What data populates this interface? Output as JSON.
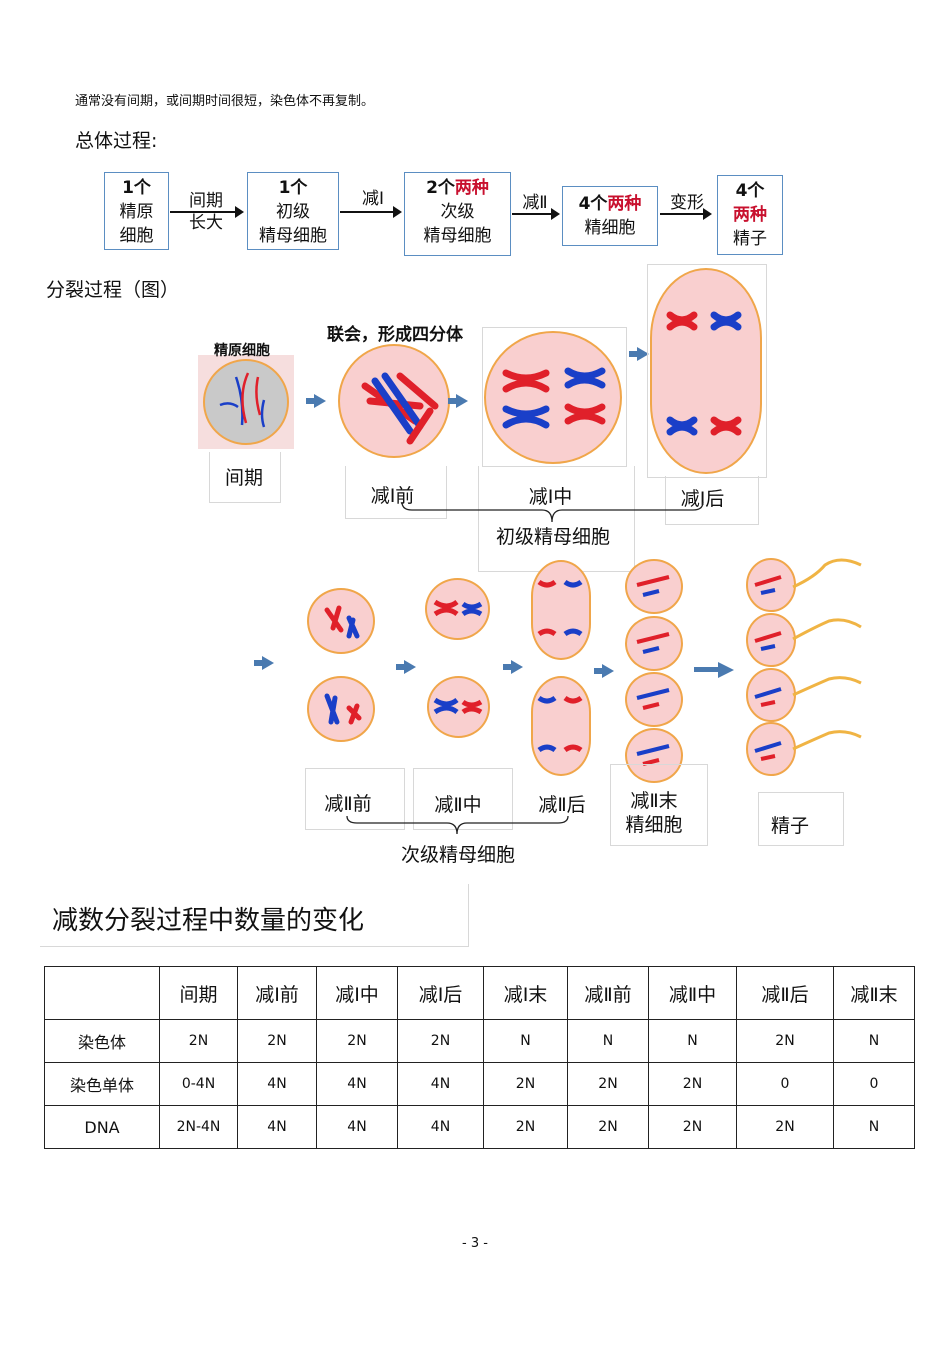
{
  "note": "通常没有间期，或间期时间很短，染色体不再复制。",
  "overall_heading": "总体过程:",
  "flow": {
    "box1": {
      "count": "1个",
      "line2": "精原",
      "line3": "细胞"
    },
    "arrow1": {
      "line1": "间期",
      "line2": "长大"
    },
    "box2": {
      "count": "1个",
      "line2": "初级",
      "line3": "精母细胞"
    },
    "arrow2": "减Ⅰ",
    "box3": {
      "count": "2个",
      "kinds": "两种",
      "line2": "次级",
      "line3": "精母细胞"
    },
    "arrow3": "减Ⅱ",
    "box4": {
      "count": "4个",
      "kinds": "两种",
      "line2": "精细胞"
    },
    "arrow4": "变形",
    "box5": {
      "count": "4个",
      "kinds": "两种",
      "line3": "精子"
    }
  },
  "split_heading": "分裂过程（图）",
  "diagram": {
    "spermatogonium_label": "精原细胞",
    "synapsis_label": "联会，形成四分体",
    "stages_row1": [
      "间期",
      "减Ⅰ前",
      "减Ⅰ中",
      "减Ⅰ后"
    ],
    "group1": "初级精母细胞",
    "stages_row2": [
      "减Ⅱ前",
      "减Ⅱ中",
      "减Ⅱ后",
      "减Ⅱ末",
      "精细胞",
      "精子"
    ],
    "group2": "次级精母细胞"
  },
  "table_heading": "减数分裂过程中数量的变化",
  "table": {
    "headers": [
      "",
      "间期",
      "减Ⅰ前",
      "减Ⅰ中",
      "减Ⅰ后",
      "减Ⅰ末",
      "减Ⅱ前",
      "减Ⅱ中",
      "减Ⅱ后",
      "减Ⅱ末"
    ],
    "rows": [
      [
        "染色体",
        "2N",
        "2N",
        "2N",
        "2N",
        "N",
        "N",
        "N",
        "2N",
        "N"
      ],
      [
        "染色单体",
        "0-4N",
        "4N",
        "4N",
        "4N",
        "2N",
        "2N",
        "2N",
        "0",
        "0"
      ],
      [
        "DNA",
        "2N-4N",
        "4N",
        "4N",
        "4N",
        "2N",
        "2N",
        "2N",
        "2N",
        "N"
      ]
    ]
  },
  "page_number": "- 3 -",
  "colors": {
    "cell_fill": "#f9cfcf",
    "cell_border": "#f0a64a",
    "chrom_red": "#e0202a",
    "chrom_blue": "#1a3fc8",
    "box_border": "#5b8ec2"
  }
}
